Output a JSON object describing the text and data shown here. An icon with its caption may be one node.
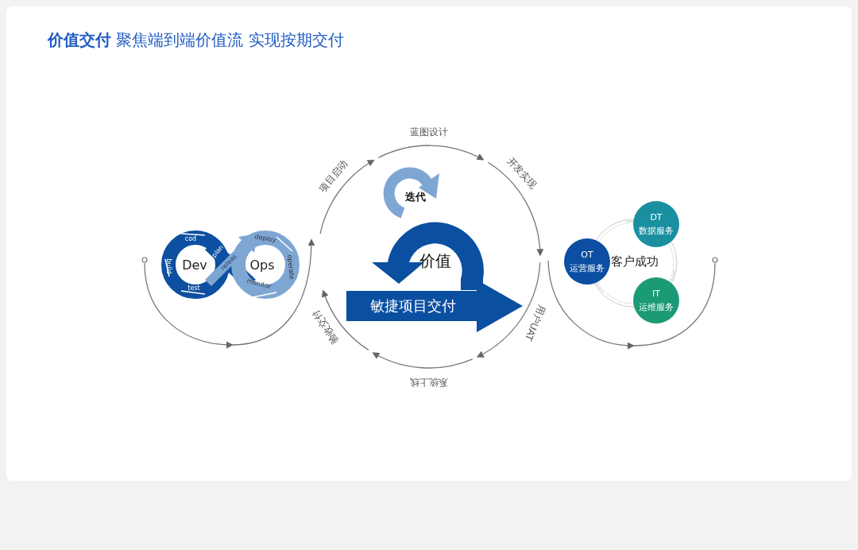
{
  "diagram": {
    "title": "**价值交付** 聚焦端到端价值流 实现按期交付",
    "nodes": [
      {
        "text": [
          "Dev",
          "Ops",
          "cod",
          "build",
          "test",
          "plan",
          "releas",
          "deploy",
          "operate",
          "monitor"
        ]
      },
      {
        "text": [
          "迭代"
        ]
      },
      {
        "text": [
          "价值"
        ]
      },
      {
        "text": [
          "敏捷项目交付"
        ]
      },
      {
        "text": [
          "客户成功"
        ]
      },
      {
        "text": [
          "OT",
          "运营服务"
        ]
      },
      {
        "text": [
          "DT",
          "数据服务"
        ]
      },
      {
        "text": [
          "IT",
          "运维服务"
        ]
      }
    ],
    "labels": [
      "蓝图设计",
      "开发实现",
      "用户UAT",
      "系统上线",
      "验收交付",
      "项目启动"
    ]
  }
}
